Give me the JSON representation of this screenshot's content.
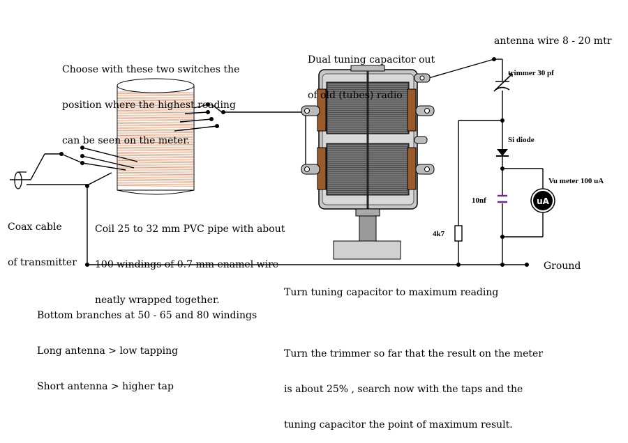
{
  "texts": {
    "switch_note": [
      "Choose with these two switches the",
      "position where the highest reading",
      "can be seen on the meter."
    ],
    "capacitor_note": [
      "Dual tuning capacitor out",
      "of old (tubes) radio"
    ],
    "antenna_wire": "antenna wire 8 - 20 mtr",
    "trimmer": "trimmer 30 pf",
    "diode": "Si diode",
    "meter": "Vu meter 100 uA",
    "meter_symbol": "uA",
    "cap10": "10nf",
    "resistor": "4k7",
    "ground": "Ground",
    "coax": [
      "Coax cable",
      "of transmitter"
    ],
    "coil_note": [
      "Coil 25 to 32 mm PVC pipe with about",
      "100 windings of 0.7 mm enamel wire",
      "neatly wrapped together."
    ],
    "branches_note": [
      "Bottom branches at 50 - 65 and 80 windings",
      "Long antenna > low tapping",
      "Short antenna > higher tap"
    ],
    "tuning_note": "Turn tuning capacitor to maximum reading",
    "trimmer_note": [
      "Turn the trimmer so far that the result on the meter",
      "is about 25% , search now with the taps and the",
      "tuning capacitor the point of maximum result."
    ]
  },
  "colors": {
    "wire": "#000000",
    "coil_winding": "#e8a07a",
    "capacitor_body": "#b0b0b0",
    "capacitor_tab": "#9a5a2a",
    "cap_symbol": "#6a2a8a"
  }
}
